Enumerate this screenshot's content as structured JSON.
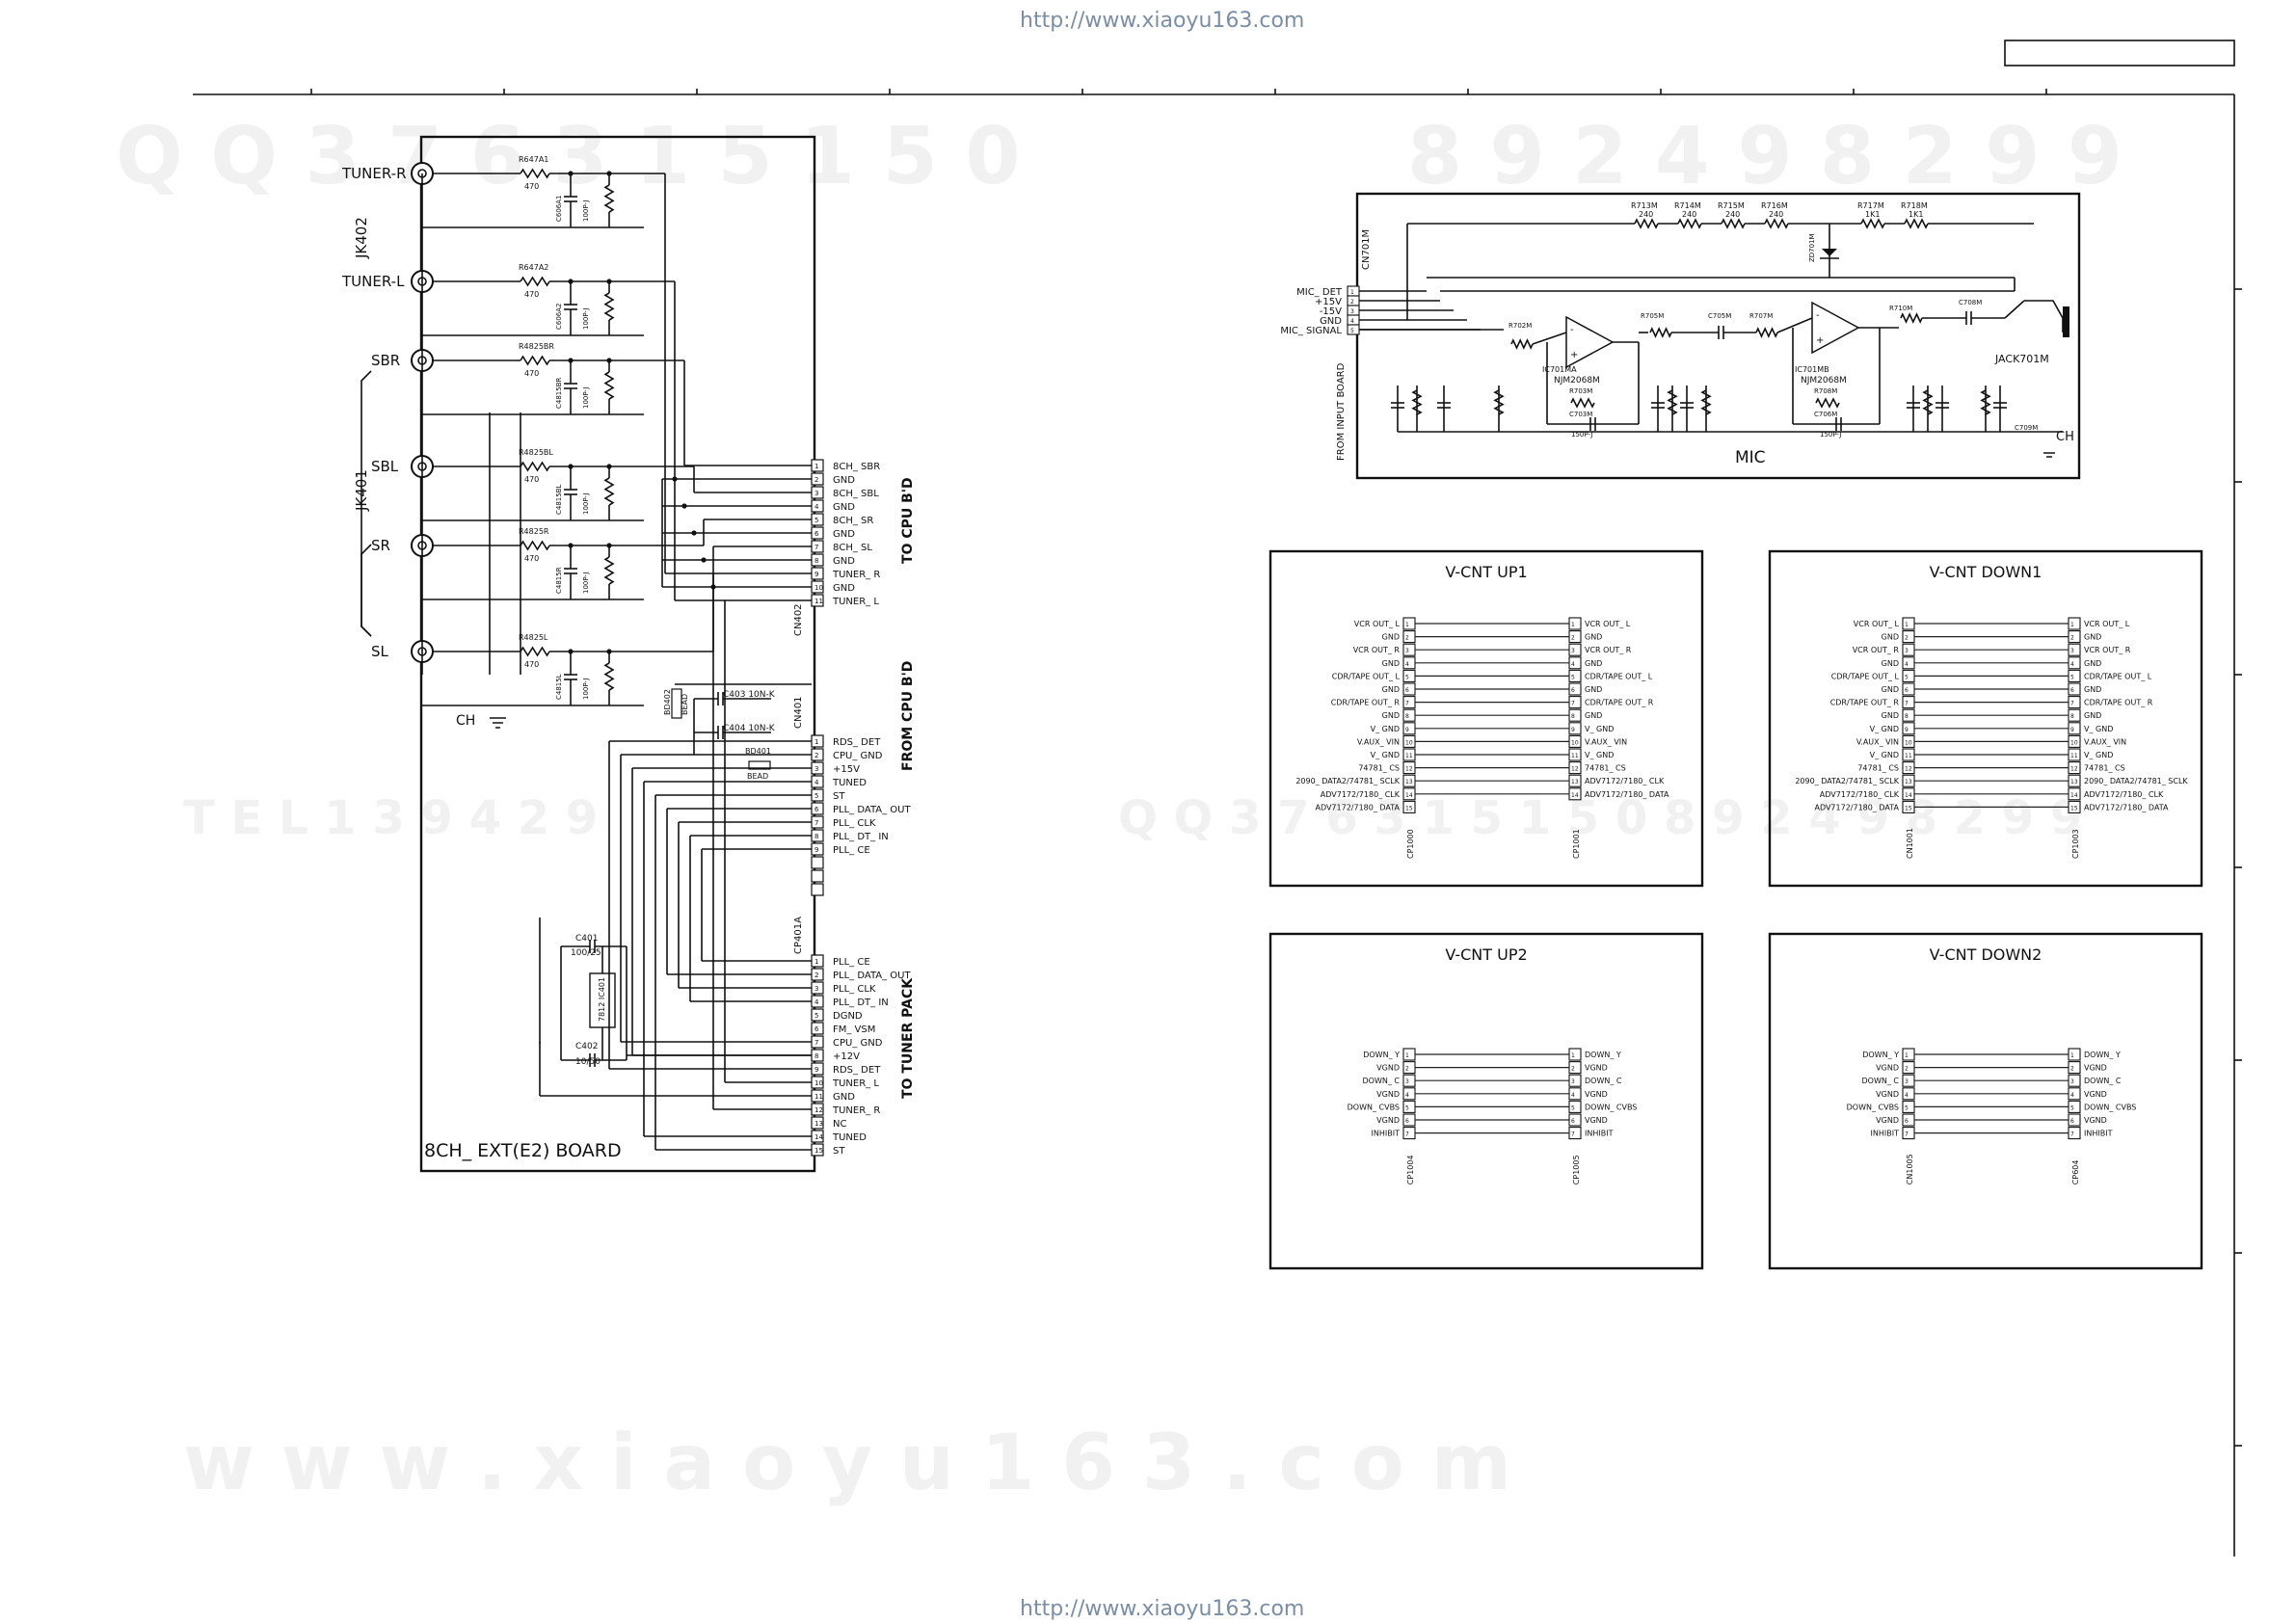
{
  "urls": {
    "top": "http://www.xiaoyu163.com",
    "bottom": "http://www.xiaoyu163.com"
  },
  "watermarks": {
    "qq_left": "Q Q 3 7 6 3 1 5 1 5 0",
    "qq_right": "8 9 2 4 9 8 2 9 9",
    "tel": "T E L 1 3 9 4 2 9",
    "qq_mid": "Q Q 3 7 6 3 1 5 1 5 0 8 9 2 4 9 8 2 9 9",
    "www": "w w w . x i a o y u 1 6 3 . c o m"
  },
  "left_board": {
    "title": "8CH_ EXT(E2) BOARD",
    "jacks": [
      "TUNER-R",
      "TUNER-L",
      "SBR",
      "SBL",
      "SR",
      "SL"
    ],
    "jack_groups": [
      "JK402",
      "JK401"
    ],
    "ground_label": "CH",
    "resistors": [
      {
        "ref": "R647A1",
        "val": "470"
      },
      {
        "ref": "R647A2",
        "val": "470"
      },
      {
        "ref": "R4825BR",
        "val": "470"
      },
      {
        "ref": "R4825BL",
        "val": "470"
      },
      {
        "ref": "R4825R",
        "val": "470"
      },
      {
        "ref": "R4825L",
        "val": "470"
      }
    ],
    "caps": [
      "C606A1",
      "C606A2",
      "C4815BR",
      "C4815BL",
      "C4815R",
      "C4815L"
    ],
    "cap_values": [
      "100P-J",
      "100P-J",
      "100P-J",
      "100P-J",
      "100P-J",
      "100P-J"
    ],
    "cn402": {
      "name": "CN402",
      "dest": "TO CPU B'D",
      "pins": [
        "8CH_ SBR",
        "GND",
        "8CH_ SBL",
        "GND",
        "8CH_ SR",
        "GND",
        "8CH_ SL",
        "GND",
        "TUNER_ R",
        "GND",
        "TUNER_ L"
      ]
    },
    "cn401": {
      "name": "CN401",
      "dest": "FROM CPU B'D",
      "pins": [
        "RDS_ DET",
        "CPU_ GND",
        "+15V",
        "TUNED",
        "ST",
        "PLL_ DATA_ OUT",
        "PLL_ CLK",
        "PLL_ DT_ IN",
        "PLL_ CE"
      ]
    },
    "cp401a": {
      "name": "CP401A",
      "dest": "TO TUNER PACK",
      "pins": [
        "PLL_ CE",
        "PLL_ DATA_ OUT",
        "PLL_ CLK",
        "PLL_ DT_ IN",
        "DGND",
        "FM_ VSM",
        "CPU_ GND",
        "+12V",
        "RDS_ DET",
        "TUNER_ L",
        "GND",
        "TUNER_ R",
        "NC",
        "TUNED",
        "ST"
      ]
    },
    "parts": {
      "c403": "C403 10N-K",
      "c404": "C404 10N-K",
      "bd402": "BD402",
      "bead": "BEAD",
      "bd401": "BD401",
      "bead2": "BEAD",
      "c401": "C401",
      "c401_val": "100/25",
      "c402": "C402",
      "c402_val": "10/50",
      "reg": "7812 IC401"
    }
  },
  "mic": {
    "title": "MIC",
    "connector": "CN701M",
    "from": "FROM INPUT BOARD",
    "jack": "JACK701M",
    "ground": "CH",
    "pins": [
      "MIC_ DET",
      "+15V",
      "-15V",
      "GND",
      "MIC_ SIGNAL"
    ],
    "top_resistors": [
      "R713M",
      "R714M",
      "R715M",
      "R716M",
      "R717M",
      "R718M"
    ],
    "top_values": [
      "240",
      "240",
      "240",
      "240",
      "1K1",
      "1K1"
    ],
    "ics": [
      "IC701MA",
      "IC701MB"
    ],
    "ic_part": "NJM2068M",
    "labels": [
      "R702M",
      "R705M",
      "C705M",
      "R707M",
      "R710M",
      "C708M",
      "C709M",
      "ZD701M",
      "R703M",
      "R708M",
      "150P-J",
      "150P-J",
      "C703M",
      "C706M"
    ]
  },
  "vcnt": [
    {
      "title": "V-CNT UP1",
      "left_name": "CP1000",
      "right_name": "CP1001",
      "left": [
        "VCR OUT_ L",
        "GND",
        "VCR OUT_ R",
        "GND",
        "CDR/TAPE OUT_ L",
        "GND",
        "CDR/TAPE OUT_ R",
        "GND",
        "V_ GND",
        "V.AUX_ VIN",
        "V_ GND",
        "74781_ CS",
        "2090_ DATA2/74781_ SCLK",
        "ADV7172/7180_ CLK",
        "ADV7172/7180_ DATA"
      ],
      "right": [
        "VCR OUT_ L",
        "GND",
        "VCR OUT_ R",
        "GND",
        "CDR/TAPE OUT_ L",
        "GND",
        "CDR/TAPE OUT_ R",
        "GND",
        "V_ GND",
        "V.AUX_ VIN",
        "V_ GND",
        "74781_ CS",
        "ADV7172/7180_ CLK",
        "ADV7172/7180_ DATA"
      ]
    },
    {
      "title": "V-CNT DOWN1",
      "left_name": "CN1001",
      "right_name": "CP1003",
      "left": [
        "VCR OUT_ L",
        "GND",
        "VCR OUT_ R",
        "GND",
        "CDR/TAPE OUT_ L",
        "GND",
        "CDR/TAPE OUT_ R",
        "GND",
        "V_ GND",
        "V.AUX_ VIN",
        "V_ GND",
        "74781_ CS",
        "2090_ DATA2/74781_ SCLK",
        "ADV7172/7180_ CLK",
        "ADV7172/7180_ DATA"
      ],
      "right": [
        "VCR OUT_ L",
        "GND",
        "VCR OUT_ R",
        "GND",
        "CDR/TAPE OUT_ L",
        "GND",
        "CDR/TAPE OUT_ R",
        "GND",
        "V_ GND",
        "V.AUX_ VIN",
        "V_ GND",
        "74781_ CS",
        "2090_ DATA2/74781_ SCLK",
        "ADV7172/7180_ CLK",
        "ADV7172/7180_ DATA"
      ]
    },
    {
      "title": "V-CNT UP2",
      "left_name": "CP1004",
      "right_name": "CP1005",
      "left": [
        "DOWN_ Y",
        "VGND",
        "DOWN_ C",
        "VGND",
        "DOWN_ CVBS",
        "VGND",
        "INHIBIT"
      ],
      "right": [
        "DOWN_ Y",
        "VGND",
        "DOWN_ C",
        "VGND",
        "DOWN_ CVBS",
        "VGND",
        "INHIBIT"
      ]
    },
    {
      "title": "V-CNT DOWN2",
      "left_name": "CN1005",
      "right_name": "CP604",
      "left": [
        "DOWN_ Y",
        "VGND",
        "DOWN_ C",
        "VGND",
        "DOWN_ CVBS",
        "VGND",
        "INHIBIT"
      ],
      "right": [
        "DOWN_ Y",
        "VGND",
        "DOWN_ C",
        "VGND",
        "DOWN_ CVBS",
        "VGND",
        "INHIBIT"
      ]
    }
  ]
}
